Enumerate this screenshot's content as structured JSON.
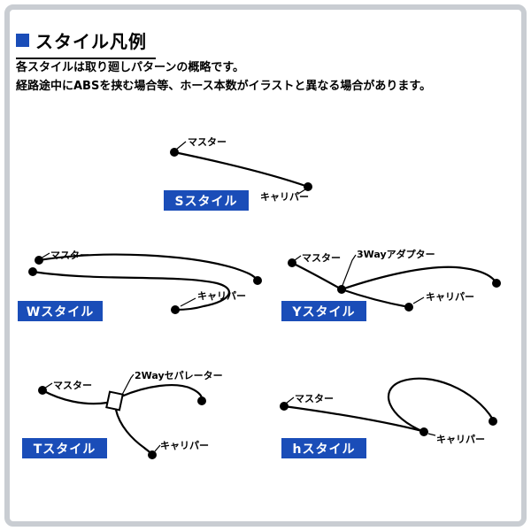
{
  "header": {
    "title": "スタイル凡例",
    "description_line1": "各スタイルは取り廻しパターンの概略です。",
    "description_line2": "経路途中にABSを挟む場合等、ホース本数がイラストと異なる場合があります。"
  },
  "terms": {
    "master": "マスター",
    "caliper": "キャリパー",
    "adapter_3way": "3Wayアダプター",
    "separator_2way": "2Wayセパレーター"
  },
  "styles": {
    "s": {
      "label": "Sスタイル"
    },
    "w": {
      "label": "Wスタイル"
    },
    "y": {
      "label": "Yスタイル"
    },
    "t": {
      "label": "Tスタイル"
    },
    "h": {
      "label": "hスタイル"
    }
  },
  "colors": {
    "accent_blue": "#1a4db8",
    "line_black": "#000000",
    "frame_gray": "#c9cdd2",
    "tag_text_white": "#ffffff"
  }
}
